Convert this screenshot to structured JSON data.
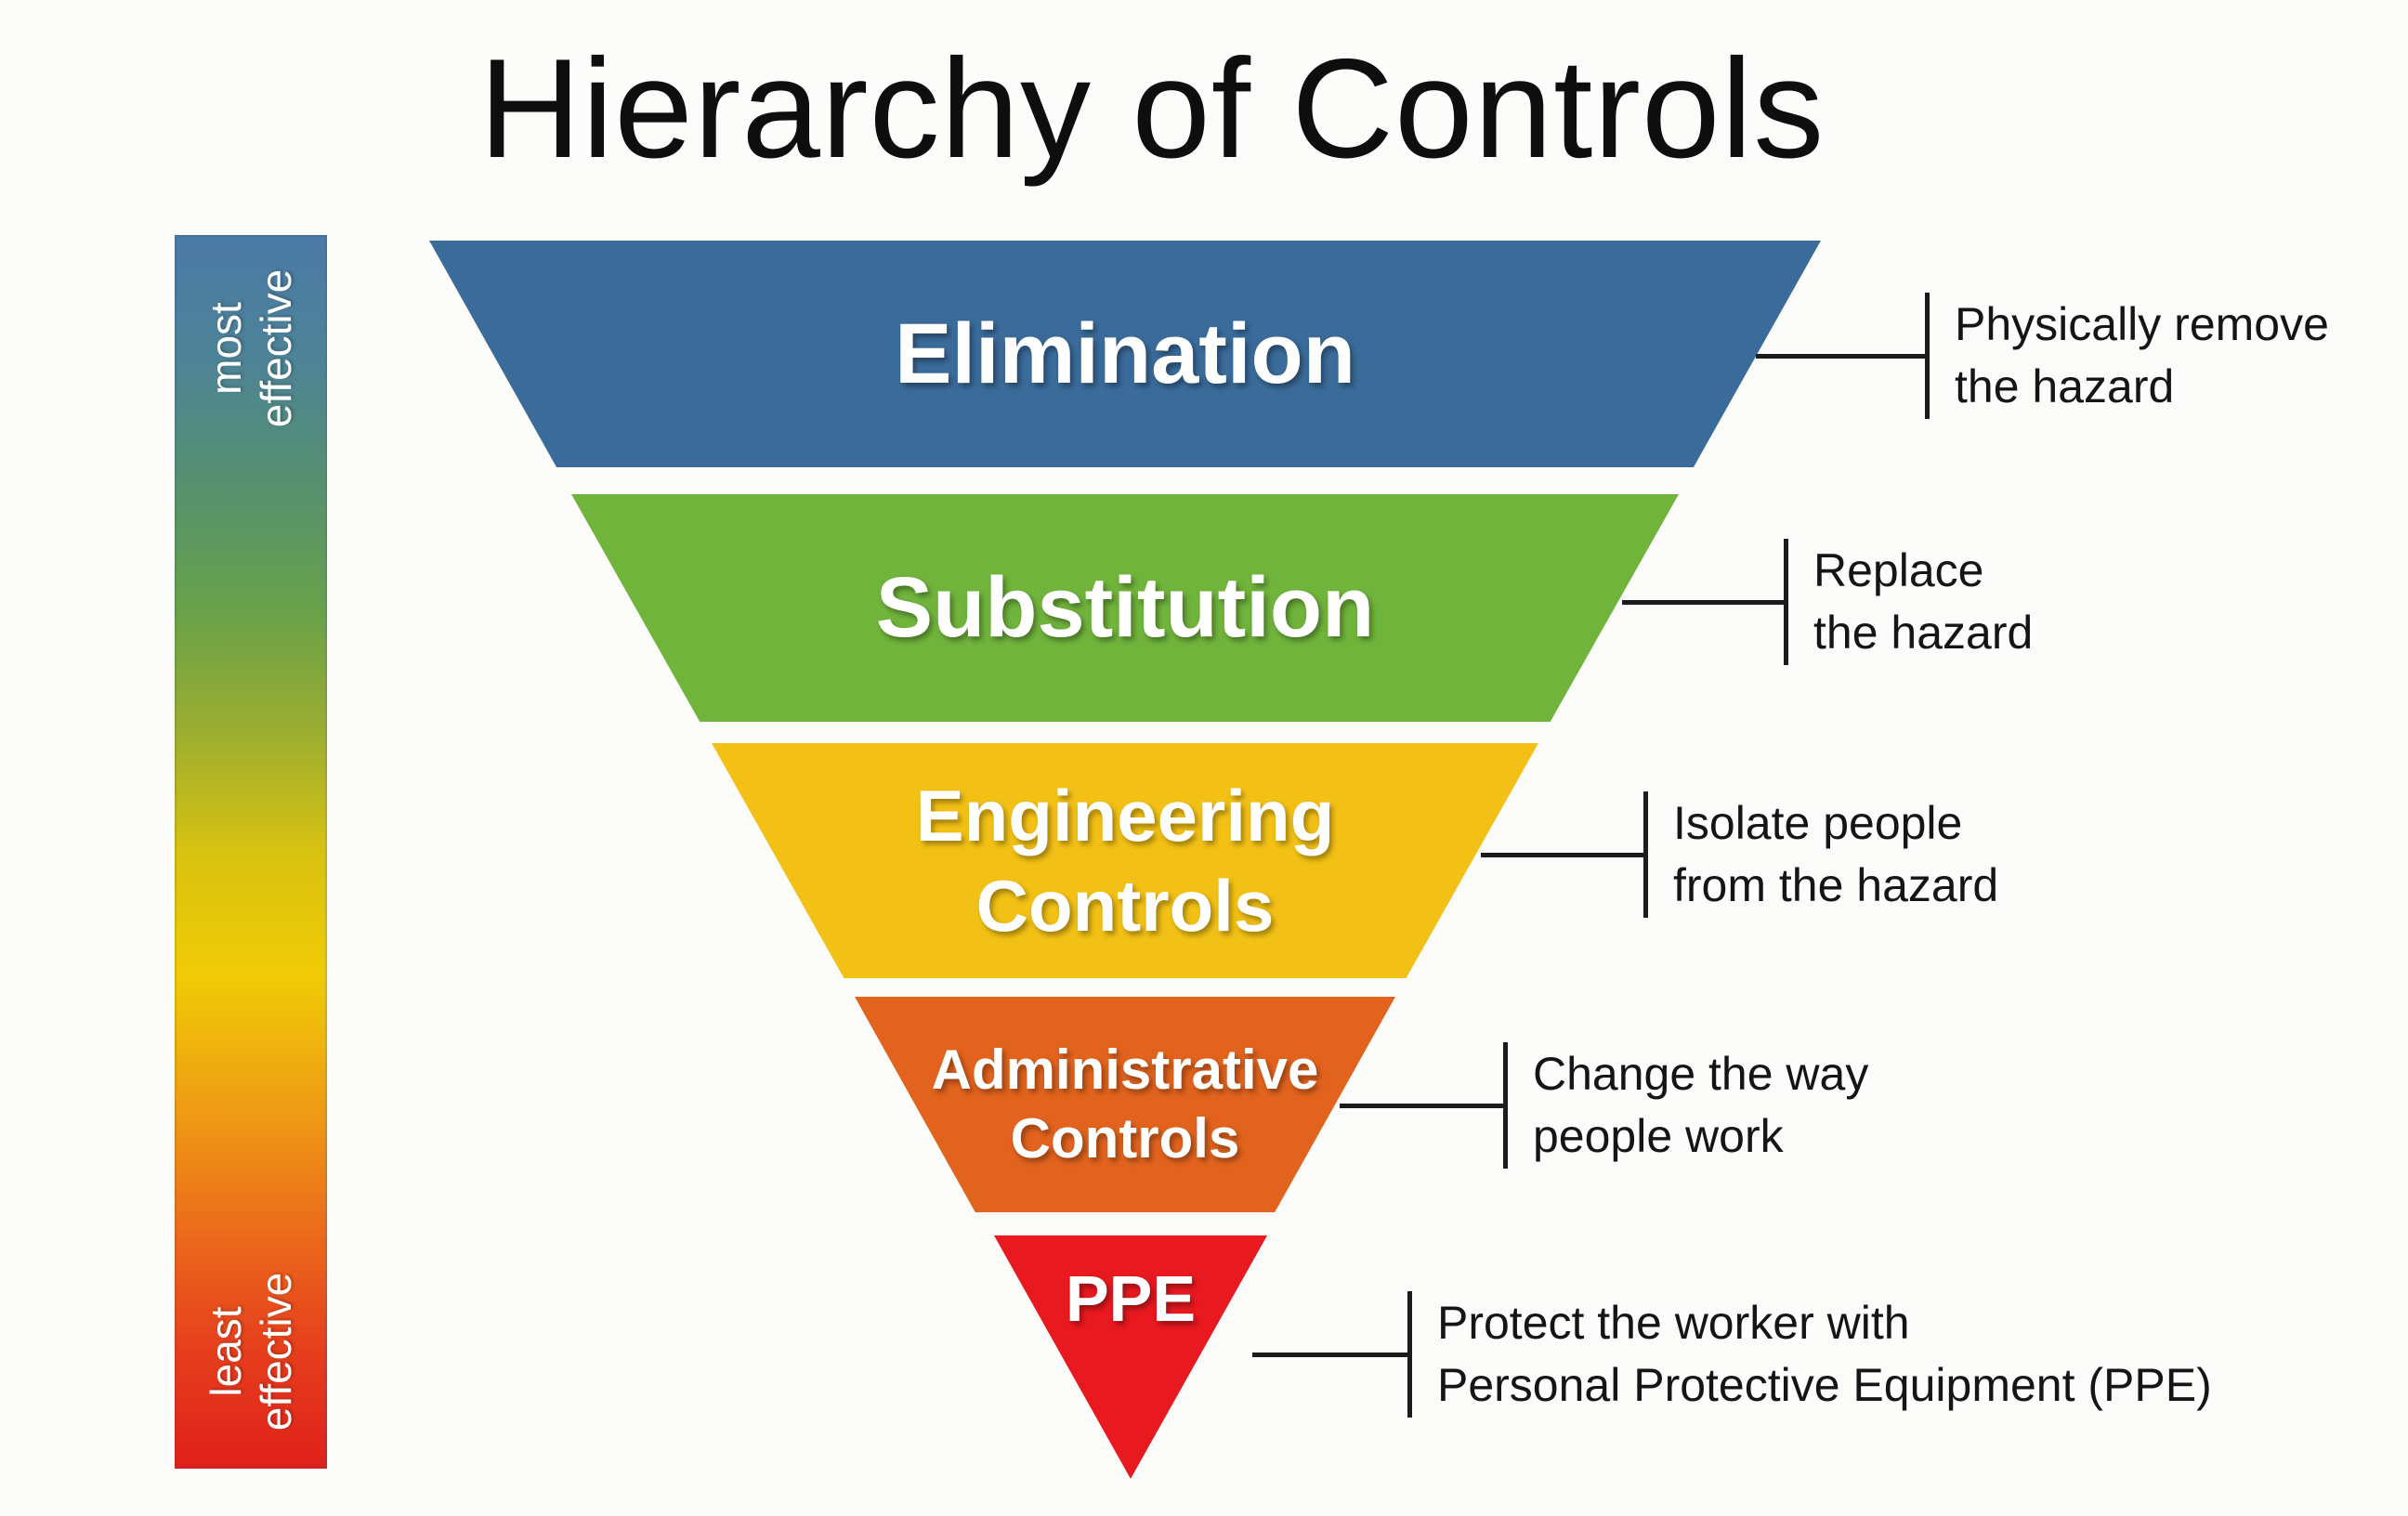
{
  "title": "Hierarchy of Controls",
  "scale_bar": {
    "top_label": "most\neffective",
    "bottom_label": "least\neffective",
    "gradient_colors": [
      "#4b79a6",
      "#4d8397",
      "#569070",
      "#67a14b",
      "#9aad31",
      "#d8c210",
      "#f0cb06",
      "#efa013",
      "#ec6f1b",
      "#e6401d",
      "#e0201b"
    ]
  },
  "pyramid": {
    "levels": [
      {
        "label": "Elimination",
        "color": "#3a6b9a",
        "annotation": "Physically remove\nthe hazard"
      },
      {
        "label": "Substitution",
        "color": "#70b43c",
        "annotation": "Replace\nthe hazard"
      },
      {
        "label": "Engineering\nControls",
        "color": "#f3c115",
        "annotation": "Isolate people\nfrom the hazard"
      },
      {
        "label": "Administrative\nControls",
        "color": "#e2631d",
        "annotation": "Change the way\npeople work"
      },
      {
        "label": "PPE",
        "color": "#e8191f",
        "annotation": "Protect the worker with\nPersonal Protective Equipment (PPE)"
      }
    ]
  }
}
